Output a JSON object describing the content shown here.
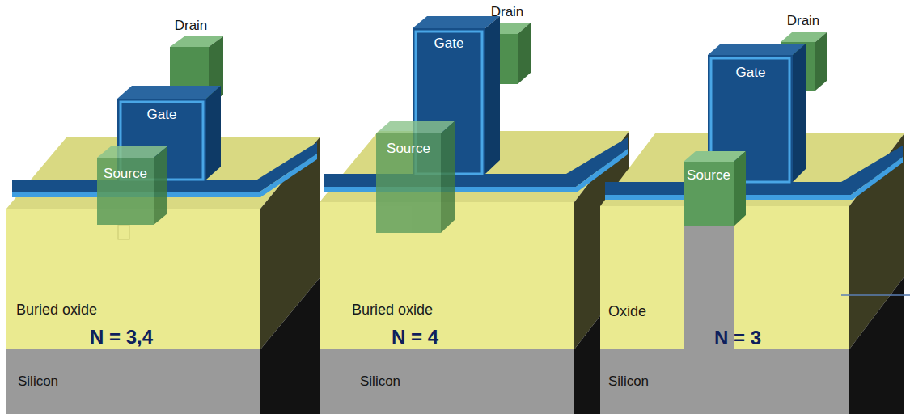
{
  "diagram": {
    "labels": [
      "Drain",
      "Gate",
      "Source",
      "Buried oxide",
      "N = 3,4",
      "Silicon",
      "Drain",
      "Gate",
      "Source",
      "Buried oxide",
      "N = 4",
      "Silicon",
      "Drain",
      "Gate",
      "Source",
      "Oxide",
      "N = 3",
      "Silicon"
    ]
  }
}
